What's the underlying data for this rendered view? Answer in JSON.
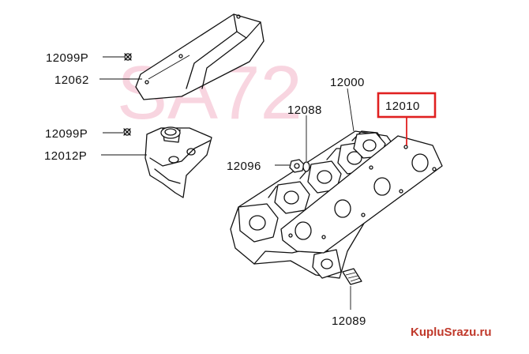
{
  "watermark": "SA72",
  "site": "KupluSrazu.ru",
  "highlight_color": "#e02020",
  "parts": [
    {
      "id": "12099P",
      "label": "12099P"
    },
    {
      "id": "12062",
      "label": "12062"
    },
    {
      "id": "12099P-2",
      "label": "12099P"
    },
    {
      "id": "12012P",
      "label": "12012P"
    },
    {
      "id": "12000",
      "label": "12000"
    },
    {
      "id": "12088",
      "label": "12088"
    },
    {
      "id": "12010",
      "label": "12010",
      "highlighted": true
    },
    {
      "id": "12096",
      "label": "12096"
    },
    {
      "id": "12089",
      "label": "12089"
    }
  ]
}
